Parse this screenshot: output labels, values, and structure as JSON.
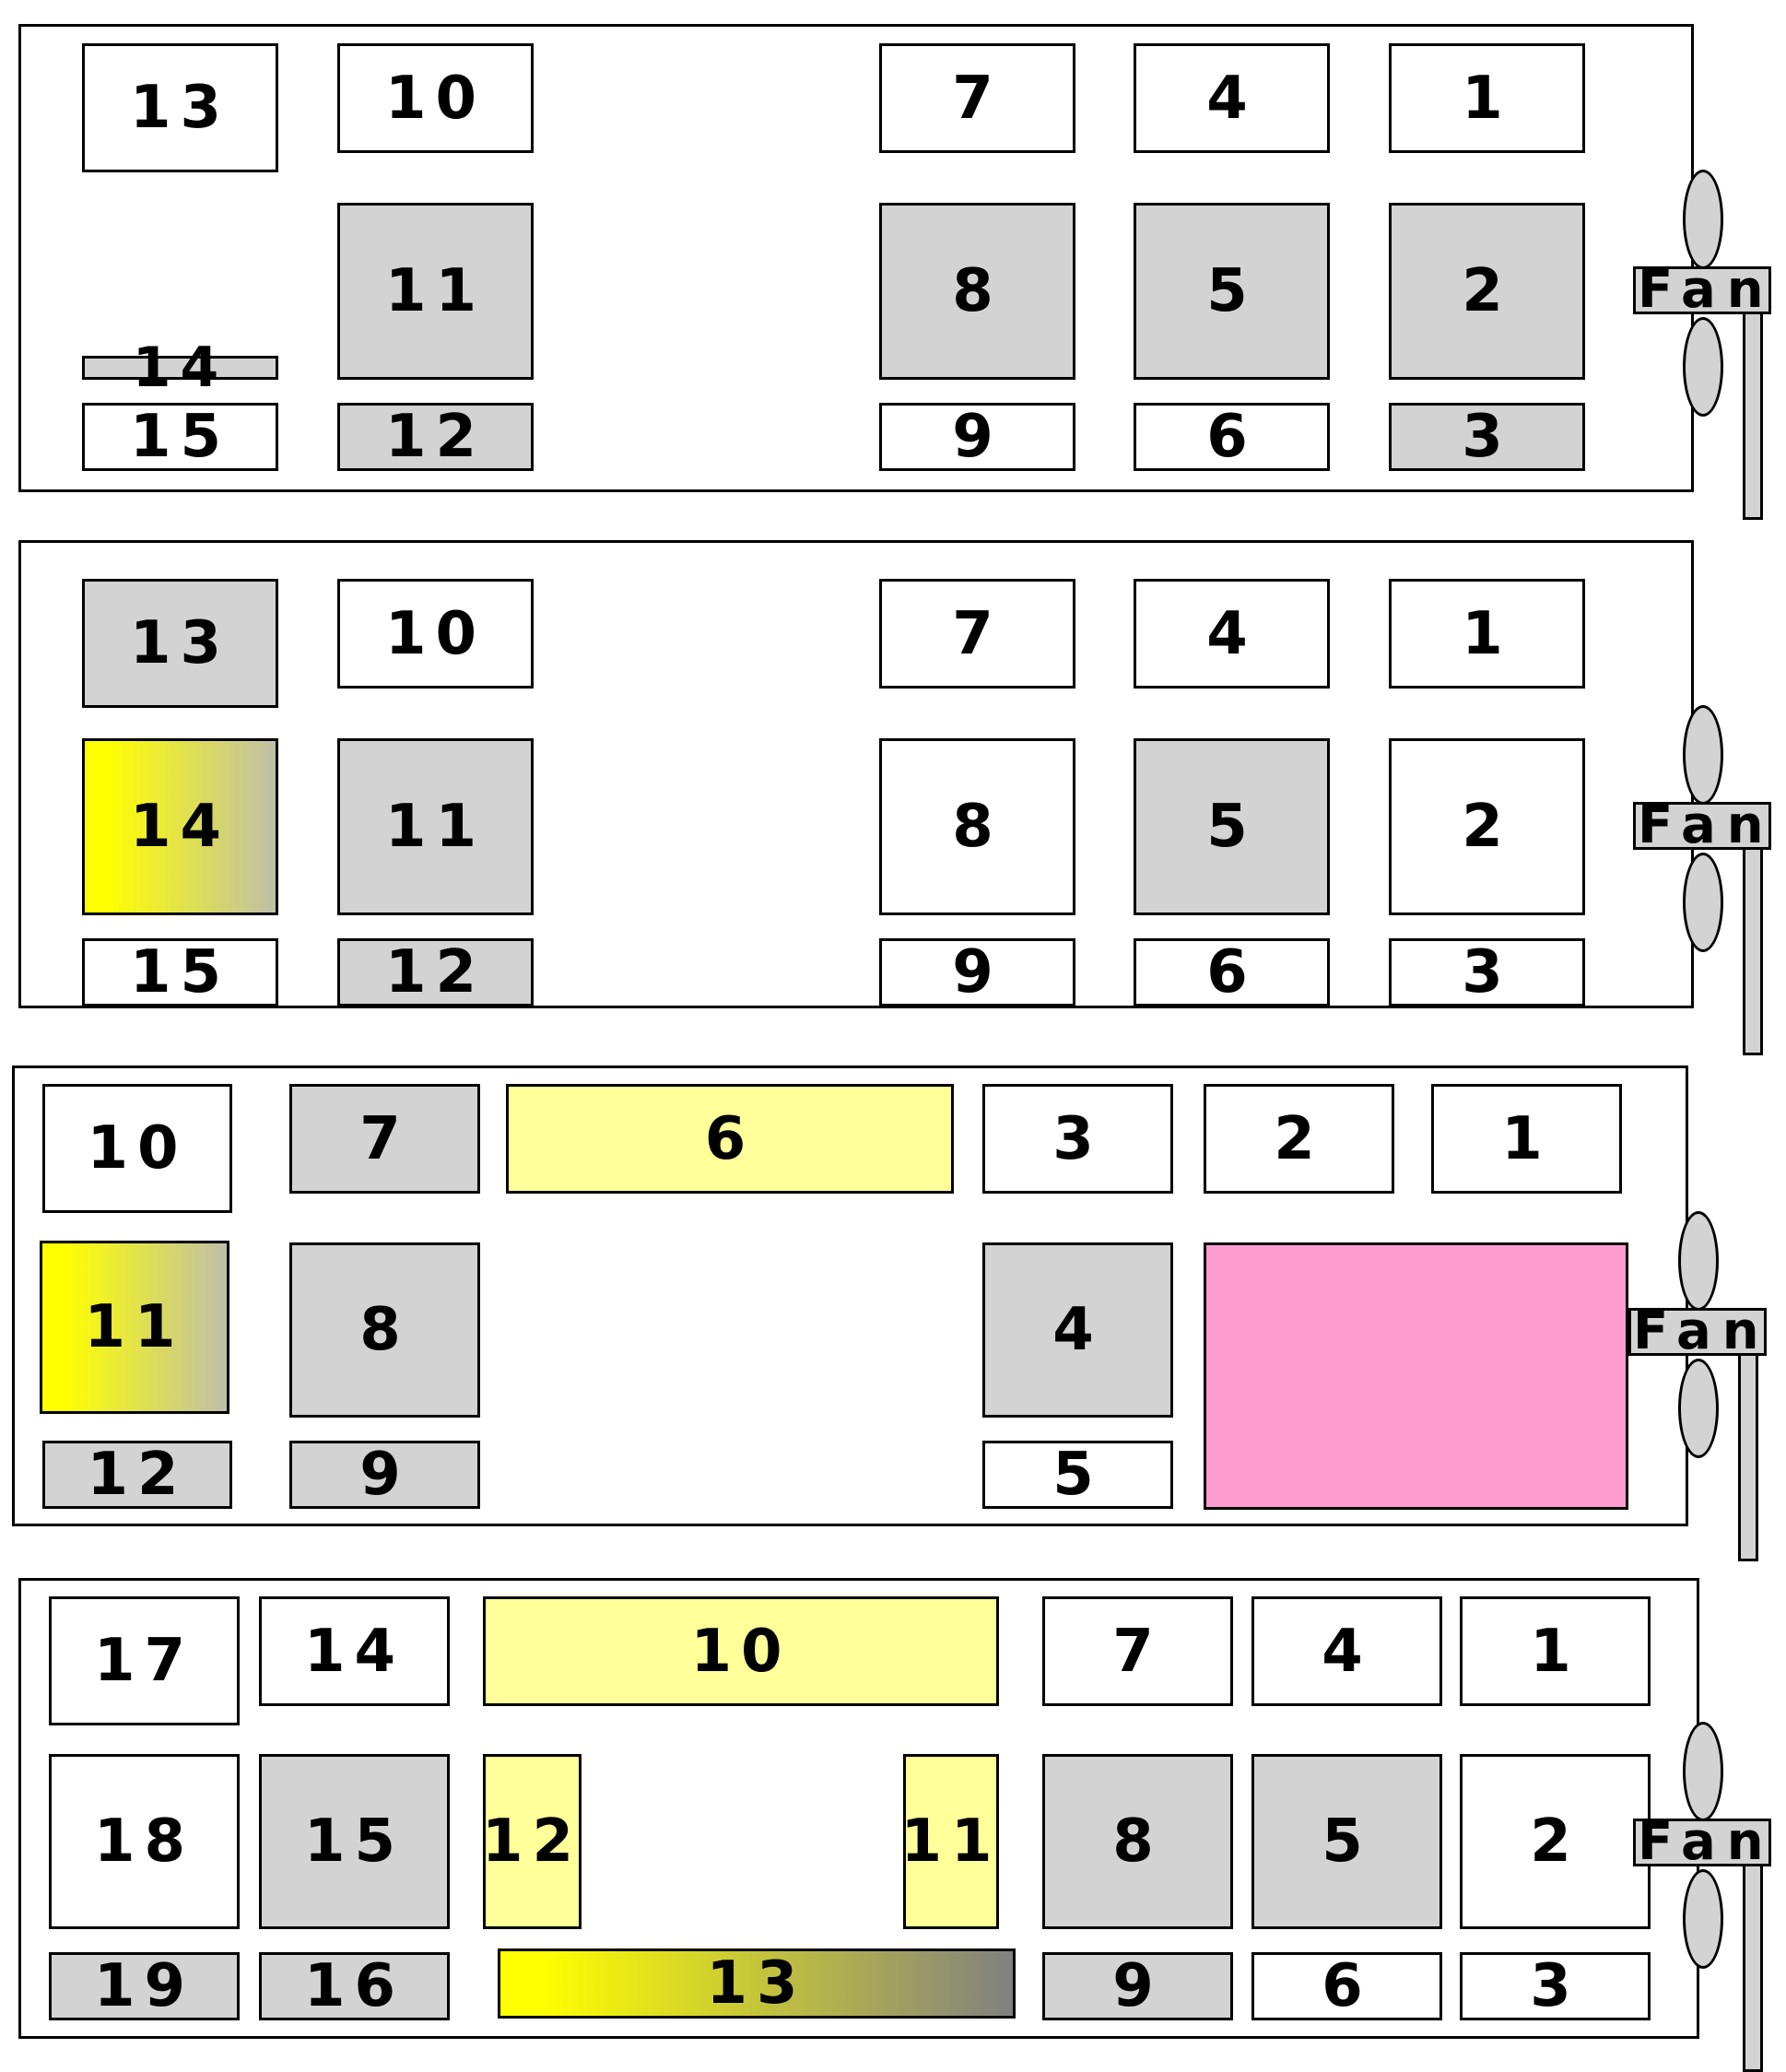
{
  "diagrams": [
    {
      "boxes": [
        {
          "label": "13",
          "fill": "w"
        },
        {
          "label": "10",
          "fill": "w"
        },
        {
          "label": "7",
          "fill": "w"
        },
        {
          "label": "4",
          "fill": "w"
        },
        {
          "label": "1",
          "fill": "w"
        },
        {
          "label": "11",
          "fill": "g"
        },
        {
          "label": "8",
          "fill": "g"
        },
        {
          "label": "5",
          "fill": "g"
        },
        {
          "label": "2",
          "fill": "g"
        },
        {
          "label": "14",
          "fill": "g"
        },
        {
          "label": "15",
          "fill": "w"
        },
        {
          "label": "12",
          "fill": "g"
        },
        {
          "label": "9",
          "fill": "w"
        },
        {
          "label": "6",
          "fill": "w"
        },
        {
          "label": "3",
          "fill": "g"
        }
      ],
      "fan_label": "Fan"
    },
    {
      "boxes": [
        {
          "label": "13",
          "fill": "g"
        },
        {
          "label": "10",
          "fill": "w"
        },
        {
          "label": "7",
          "fill": "w"
        },
        {
          "label": "4",
          "fill": "w"
        },
        {
          "label": "1",
          "fill": "w"
        },
        {
          "label": "14",
          "fill": "gy"
        },
        {
          "label": "11",
          "fill": "g"
        },
        {
          "label": "8",
          "fill": "w"
        },
        {
          "label": "5",
          "fill": "g"
        },
        {
          "label": "2",
          "fill": "w"
        },
        {
          "label": "15",
          "fill": "w"
        },
        {
          "label": "12",
          "fill": "g"
        },
        {
          "label": "9",
          "fill": "w"
        },
        {
          "label": "6",
          "fill": "w"
        },
        {
          "label": "3",
          "fill": "w"
        }
      ],
      "fan_label": "Fan"
    },
    {
      "boxes": [
        {
          "label": "10",
          "fill": "w"
        },
        {
          "label": "7",
          "fill": "g"
        },
        {
          "label": "6",
          "fill": "ly"
        },
        {
          "label": "3",
          "fill": "w"
        },
        {
          "label": "2",
          "fill": "w"
        },
        {
          "label": "1",
          "fill": "w"
        },
        {
          "label": "11",
          "fill": "gy"
        },
        {
          "label": "8",
          "fill": "g"
        },
        {
          "label": "4",
          "fill": "g"
        },
        {
          "label": "",
          "fill": "pk"
        },
        {
          "label": "12",
          "fill": "g"
        },
        {
          "label": "9",
          "fill": "g"
        },
        {
          "label": "5",
          "fill": "w"
        }
      ],
      "fan_label": "Fan"
    },
    {
      "boxes": [
        {
          "label": "17",
          "fill": "w"
        },
        {
          "label": "14",
          "fill": "w"
        },
        {
          "label": "10",
          "fill": "ly"
        },
        {
          "label": "7",
          "fill": "w"
        },
        {
          "label": "4",
          "fill": "w"
        },
        {
          "label": "1",
          "fill": "w"
        },
        {
          "label": "18",
          "fill": "w"
        },
        {
          "label": "15",
          "fill": "g"
        },
        {
          "label": "12",
          "fill": "ly"
        },
        {
          "label": "11",
          "fill": "ly"
        },
        {
          "label": "8",
          "fill": "g"
        },
        {
          "label": "5",
          "fill": "g"
        },
        {
          "label": "2",
          "fill": "w"
        },
        {
          "label": "19",
          "fill": "g"
        },
        {
          "label": "16",
          "fill": "g"
        },
        {
          "label": "13",
          "fill": "gy2"
        },
        {
          "label": "9",
          "fill": "g"
        },
        {
          "label": "6",
          "fill": "w"
        },
        {
          "label": "3",
          "fill": "w"
        }
      ],
      "fan_label": "Fan"
    }
  ],
  "colors": {
    "white": "#ffffff",
    "gray": "#d3d3d3",
    "light_yellow": "#ffff99",
    "pink": "#ff9ccf",
    "yellow": "#ffff00"
  }
}
